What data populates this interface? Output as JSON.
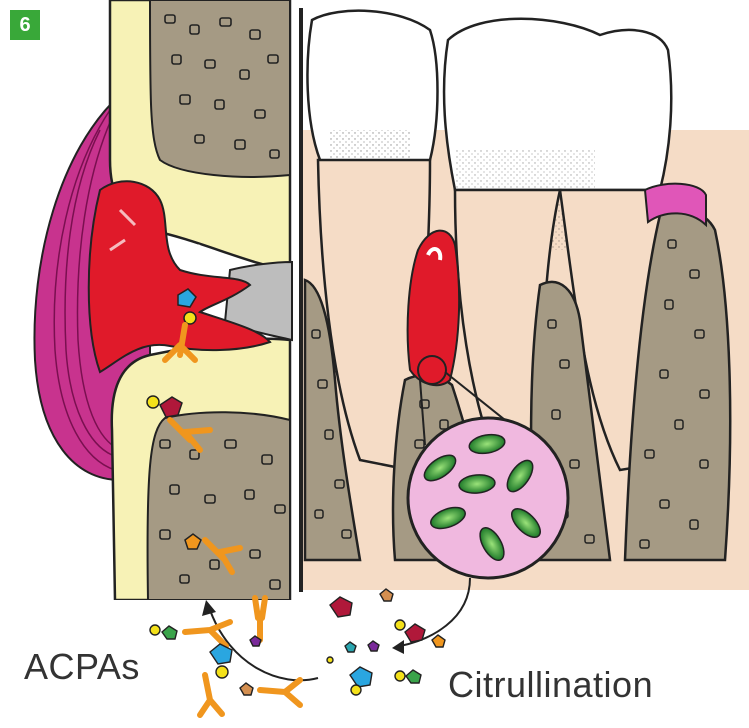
{
  "panel_number": "6",
  "labels": {
    "acpas": "ACPAs",
    "citrullination": "Citrullination"
  },
  "colors": {
    "bone_cortex": "#f7f2b6",
    "bone_marrow": "#a59a84",
    "inflammation": "#e01a2a",
    "synovium": "#c8338e",
    "gum": "#e056b8",
    "dentin": "#f5dcc6",
    "bacteria_bg": "#f0b8df",
    "bacteria": "#2f9a3a",
    "antibody": "#f0961e",
    "antigen_blue": "#2aa6e0",
    "antigen_red": "#b0183a",
    "cartilage_gap": "#bdbdbd"
  },
  "icons": [
    "antibody-icon",
    "citrullinated-antigen-icon",
    "bacterium-icon",
    "curved-arrow-icon"
  ]
}
